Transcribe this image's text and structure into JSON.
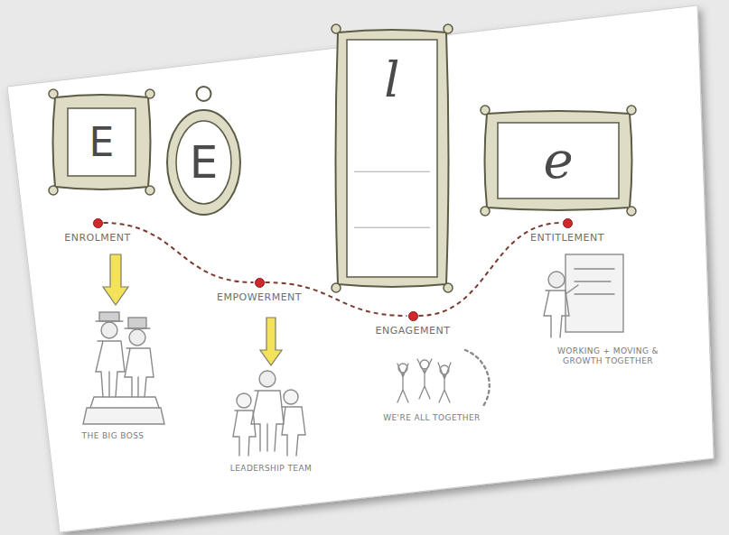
{
  "diagram": {
    "nodes": [
      {
        "text": [
          "E"
        ]
      },
      {
        "text": [
          "E"
        ]
      },
      {
        "text": [
          "l"
        ]
      },
      {
        "text": [
          "e"
        ]
      },
      {
        "text": [
          "ENROLMENT"
        ]
      },
      {
        "text": [
          "EMPOWERMENT"
        ]
      },
      {
        "text": [
          "ENGAGEMENT"
        ]
      },
      {
        "text": [
          "ENTITLEMENT"
        ]
      }
    ],
    "edges": [
      {
        "from": 4,
        "to": 5,
        "arrow": "none"
      },
      {
        "from": 5,
        "to": 6,
        "arrow": "none"
      },
      {
        "from": 6,
        "to": 7,
        "arrow": "none"
      }
    ],
    "labels": [
      "THE BIG BOSS",
      "LEADERSHIP TEAM",
      "WE'RE ALL TOGETHER",
      "WORKING + MOVING & GROWTH TOGETHER"
    ]
  }
}
